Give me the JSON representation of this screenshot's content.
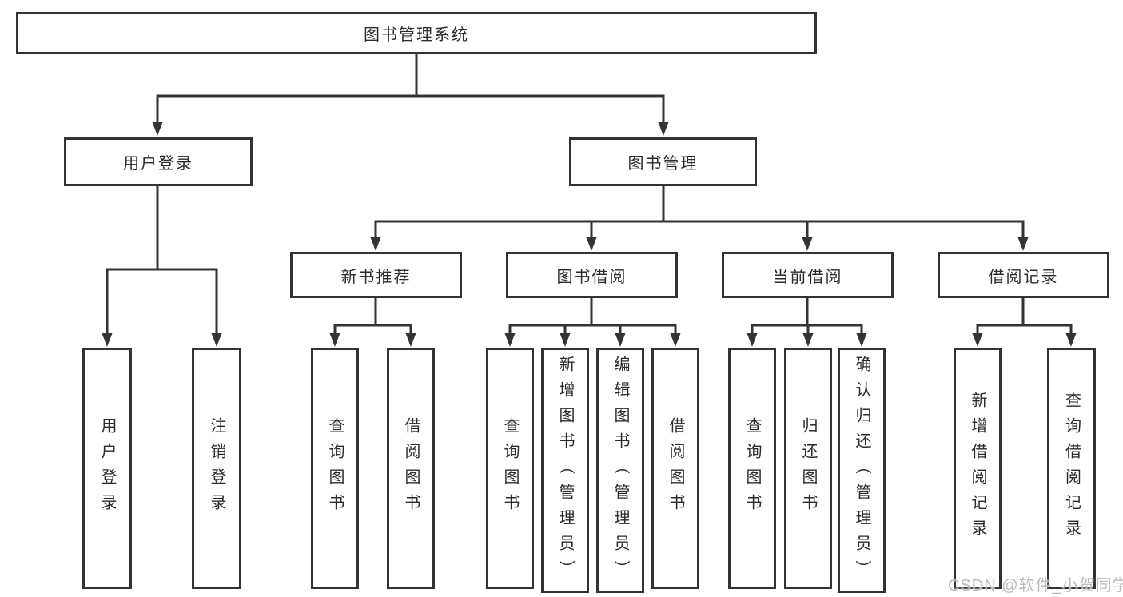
{
  "diagram": {
    "root": {
      "label": "图书管理系统"
    },
    "level2": [
      {
        "label": "用户登录"
      },
      {
        "label": "图书管理"
      }
    ],
    "level3": [
      {
        "label": "新书推荐"
      },
      {
        "label": "图书借阅"
      },
      {
        "label": "当前借阅"
      },
      {
        "label": "借阅记录"
      }
    ],
    "leaves": {
      "user_login": [
        "用户登录",
        "注销登录"
      ],
      "new_book": [
        "查询图书",
        "借阅图书"
      ],
      "book_borrow": [
        "查询图书",
        "新增图书（管理员）",
        "编辑图书（管理员）",
        "借阅图书"
      ],
      "current_borrow": [
        "查询图书",
        "归还图书",
        "确认归还（管理员）"
      ],
      "borrow_records": [
        "新增借阅记录",
        "查询借阅记录"
      ]
    },
    "colors": {
      "line": "#333333",
      "text": "#2b2b2b",
      "background": "#ffffff",
      "watermark": "#b7bbbf"
    }
  },
  "watermark": {
    "text": "CSDN @软件_小贺同学"
  }
}
